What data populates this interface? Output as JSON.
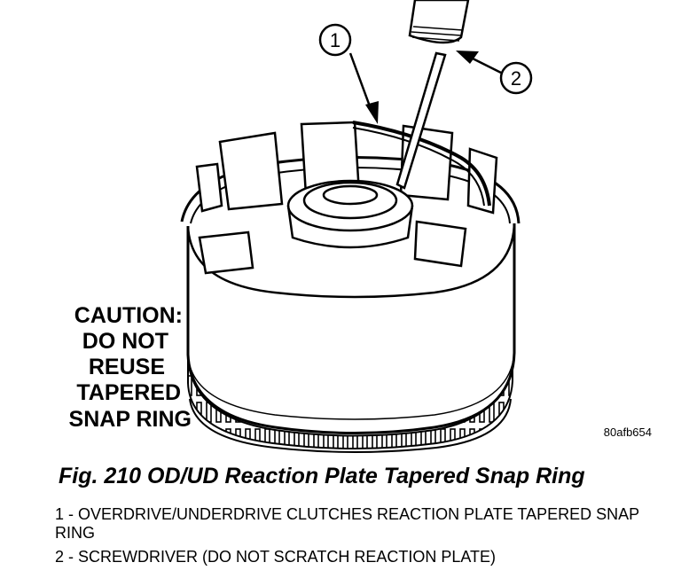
{
  "diagram": {
    "callouts": [
      "1",
      "2"
    ],
    "caution_lines": [
      "CAUTION:",
      "DO NOT",
      "REUSE",
      "TAPERED",
      "SNAP RING"
    ],
    "image_code": "80afb654"
  },
  "caption": "Fig. 210 OD/UD Reaction Plate Tapered Snap Ring",
  "legend": [
    "1 - OVERDRIVE/UNDERDRIVE CLUTCHES REACTION PLATE TAPERED SNAP RING",
    "2 - SCREWDRIVER (DO NOT SCRATCH REACTION PLATE)"
  ]
}
